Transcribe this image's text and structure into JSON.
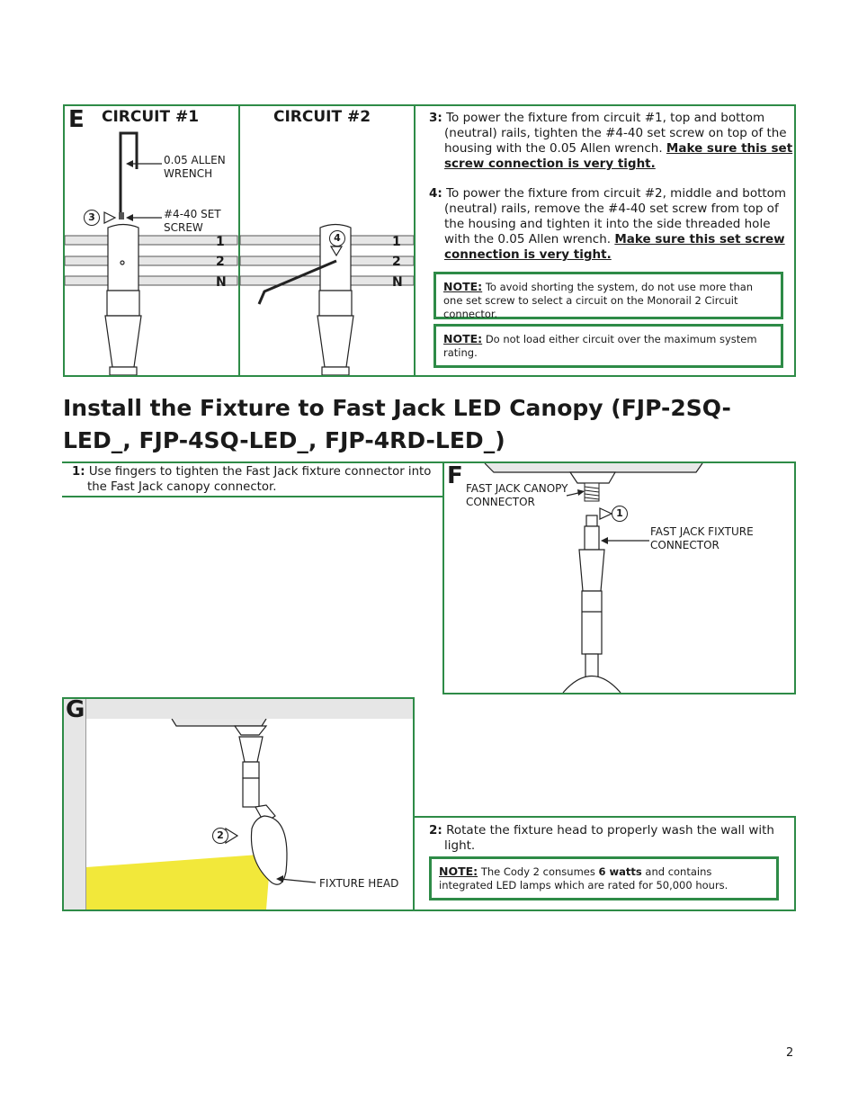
{
  "panel_e": {
    "letter": "E",
    "circuit1_title": "CIRCUIT #1",
    "circuit2_title": "CIRCUIT #2",
    "allen_wrench_label": "0.05 ALLEN WRENCH",
    "set_screw_label": "#4-40 SET SCREW",
    "marker3": "3",
    "marker4": "4",
    "rails": [
      "1",
      "2",
      "N"
    ],
    "step3_num": "3:",
    "step3_text": "To power the fixture from circuit #1, top and bottom (neutral) rails, tighten the #4-40 set screw on top of the housing with the 0.05 Allen wrench.",
    "step3_emph": "Make sure this set screw connection is very tight.",
    "step4_num": "4:",
    "step4_text": "To power the fixture from circuit #2, middle and bottom (neutral) rails, remove the #4-40 set screw from top of the housing and tighten it into the side threaded hole with the 0.05 Allen wrench.",
    "step4_emph": "Make sure this set screw connection is very tight.",
    "note1_label": "NOTE:",
    "note1_text": "To avoid shorting the system, do not use more than one set screw to select a circuit on the Monorail 2 Circuit connector.",
    "note2_label": "NOTE:",
    "note2_text": "Do not load either circuit over the maximum system rating."
  },
  "heading": "Install the Fixture to Fast Jack LED Canopy (FJP-2SQ-LED_, FJP-4SQ-LED_, FJP-4RD-LED_)",
  "panel_f": {
    "step1_num": "1:",
    "step1_text": "Use fingers to tighten the Fast Jack fixture connector into the Fast Jack canopy connector.",
    "letter": "F",
    "canopy_label": "FAST JACK CANOPY CONNECTOR",
    "fixture_connector_label": "FAST JACK FIXTURE CONNECTOR",
    "marker1": "1"
  },
  "panel_g": {
    "letter": "G",
    "marker2": "2",
    "fixture_head_label": "FIXTURE HEAD",
    "step2_num": "2:",
    "step2_text": "Rotate the fixture head to properly wash the wall with light.",
    "note_label": "NOTE:",
    "note_pre": "The Cody 2 consumes",
    "note_bold": "6 watts",
    "note_post": "and contains integrated LED lamps which are rated for 50,000 hours."
  },
  "page_number": "2",
  "colors": {
    "border_green": "#2e8b47",
    "light_yellow": "#f2e83a"
  }
}
